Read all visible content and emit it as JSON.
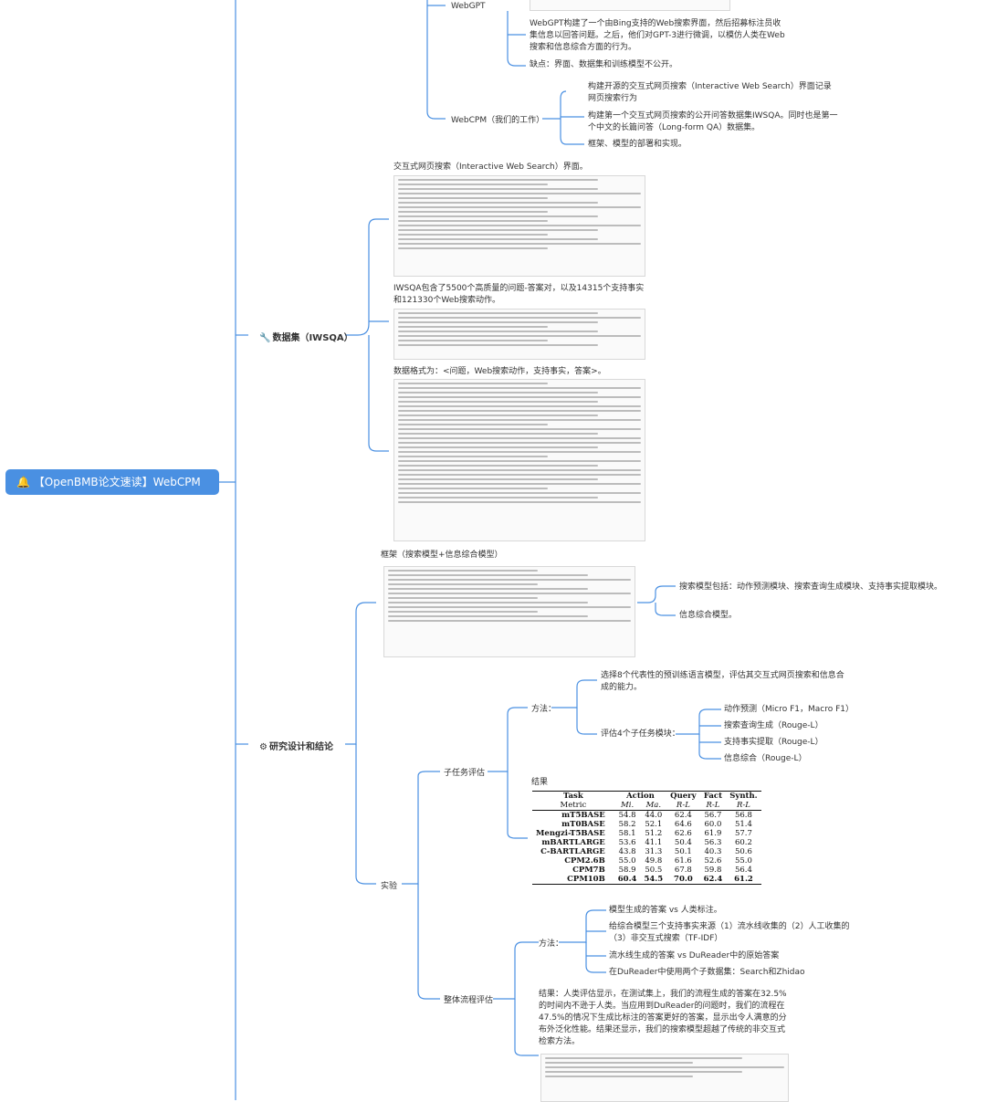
{
  "root": {
    "label": "【OpenBMB论文速读】WebCPM"
  },
  "webgpt": {
    "label": "WebGPT",
    "desc": "WebGPT构建了一个由Bing支持的Web搜索界面，然后招募标注员收集信息以回答问题。之后，他们对GPT-3进行微调，以模仿人类在Web搜索和信息综合方面的行为。",
    "cons": "缺点：界面、数据集和训练模型不公开。"
  },
  "webcpm": {
    "label": "WebCPM（我们的工作）",
    "items": [
      "构建开源的交互式网页搜索（Interactive Web Search）界面记录网页搜索行为",
      "构建第一个交互式网页搜索的公开问答数据集IWSQA。同时也是第一个中文的长篇问答（Long-form QA）数据集。",
      "框架、模型的部署和实现。"
    ]
  },
  "dataset": {
    "label": "数据集（IWSQA）",
    "icon": "wrench-icon",
    "interface_title": "交互式网页搜索（Interactive Web Search）界面。",
    "stats_text": "IWSQA包含了5500个高质量的问题-答案对，以及14315个支持事实和121330个Web搜索动作。",
    "format_text": "数据格式为：<问题，Web搜索动作，支持事实，答案>。"
  },
  "research": {
    "label": "研究设计和结论",
    "icon": "gear-icon",
    "framework_title": "框架（搜索模型+信息综合模型）",
    "framework_items": [
      "搜索模型包括：动作预测模块、搜索查询生成模块、支持事实提取模块。",
      "信息综合模型。"
    ],
    "experiment": "实验",
    "subtask": {
      "label": "子任务评估",
      "method": "方法：",
      "method_items": [
        "选择8个代表性的预训练语言模型，评估其交互式网页搜索和信息合成的能力。",
        "评估4个子任务模块："
      ],
      "modules": [
        "动作预测（Micro F1，Macro F1）",
        "搜索查询生成（Rouge-L）",
        "支持事实提取（Rouge-L）",
        "信息综合（Rouge-L）"
      ],
      "result_label": "结果"
    },
    "pipeline": {
      "label": "整体流程评估",
      "method": "方法：",
      "method_items": [
        "模型生成的答案 vs 人类标注。",
        "给综合模型三个支持事实来源（1）流水线收集的（2）人工收集的（3）非交互式搜索（TF-IDF）",
        "流水线生成的答案 vs DuReader中的原始答案",
        "在DuReader中使用两个子数据集：Search和Zhidao"
      ],
      "result": "结果：人类评估显示，在测试集上，我们的流程生成的答案在32.5%的时间内不逊于人类。当应用到DuReader的问题时，我们的流程在47.5%的情况下生成比标注的答案更好的答案，显示出令人满意的分布外泛化性能。结果还显示，我们的搜索模型超越了传统的非交互式检索方法。"
    }
  },
  "results_table": {
    "headers": [
      "Task",
      "Action",
      "Query",
      "Fact",
      "Synth."
    ],
    "subheaders": [
      "Metric",
      "Mi.",
      "Ma.",
      "R-L",
      "R-L",
      "R-L"
    ],
    "rows": [
      {
        "model": "mT5BASE",
        "vals": [
          "54.8",
          "44.0",
          "62.4",
          "56.7",
          "56.8"
        ]
      },
      {
        "model": "mT0BASE",
        "vals": [
          "58.2",
          "52.1",
          "64.6",
          "60.0",
          "51.4"
        ]
      },
      {
        "model": "Mengzi-T5BASE",
        "vals": [
          "58.1",
          "51.2",
          "62.6",
          "61.9",
          "57.7"
        ]
      },
      {
        "model": "mBARTLARGE",
        "vals": [
          "53.6",
          "41.1",
          "50.4",
          "56.3",
          "60.2"
        ]
      },
      {
        "model": "C-BARTLARGE",
        "vals": [
          "43.8",
          "31.3",
          "50.1",
          "40.3",
          "50.6"
        ]
      },
      {
        "model": "CPM2.6B",
        "vals": [
          "55.0",
          "49.8",
          "61.6",
          "52.6",
          "55.0"
        ]
      },
      {
        "model": "CPM7B",
        "vals": [
          "58.9",
          "50.5",
          "67.8",
          "59.8",
          "56.4"
        ]
      },
      {
        "model": "CPM10B",
        "vals": [
          "60.4",
          "54.5",
          "70.0",
          "62.4",
          "61.2"
        ]
      }
    ]
  }
}
